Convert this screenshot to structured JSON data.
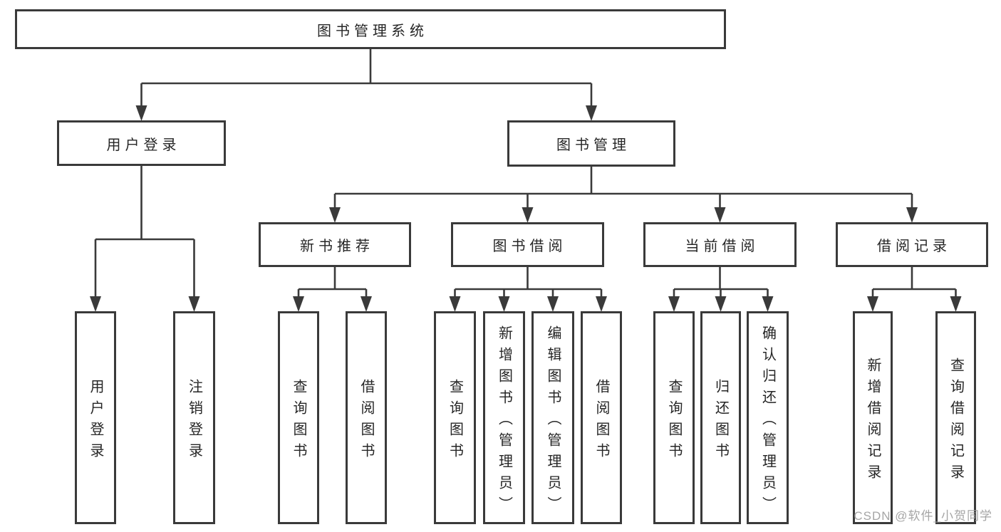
{
  "title": "图书管理系统",
  "colors": {
    "line": "#3a3a3a",
    "text": "#262626",
    "box_bg": "#ffffff",
    "bg": "#ffffff",
    "watermark": "#9c9c9c"
  },
  "watermark": {
    "text": "CSDN @软件_小贺同学"
  },
  "tree": {
    "label": "图书管理系统",
    "children": [
      {
        "label": "用户登录",
        "children": [
          {
            "label": "用户登录"
          },
          {
            "label": "注销登录"
          }
        ]
      },
      {
        "label": "图书管理",
        "children": [
          {
            "label": "新书推荐",
            "children": [
              {
                "label": "查询图书"
              },
              {
                "label": "借阅图书"
              }
            ]
          },
          {
            "label": "图书借阅",
            "children": [
              {
                "label": "查询图书"
              },
              {
                "label": "新增图书（管理员）"
              },
              {
                "label": "编辑图书（管理员）"
              },
              {
                "label": "借阅图书"
              }
            ]
          },
          {
            "label": "当前借阅",
            "children": [
              {
                "label": "查询图书"
              },
              {
                "label": "归还图书"
              },
              {
                "label": "确认归还（管理员）"
              }
            ]
          },
          {
            "label": "借阅记录",
            "children": [
              {
                "label": "新增借阅记录"
              },
              {
                "label": "查询借阅记录"
              }
            ]
          }
        ]
      }
    ]
  }
}
